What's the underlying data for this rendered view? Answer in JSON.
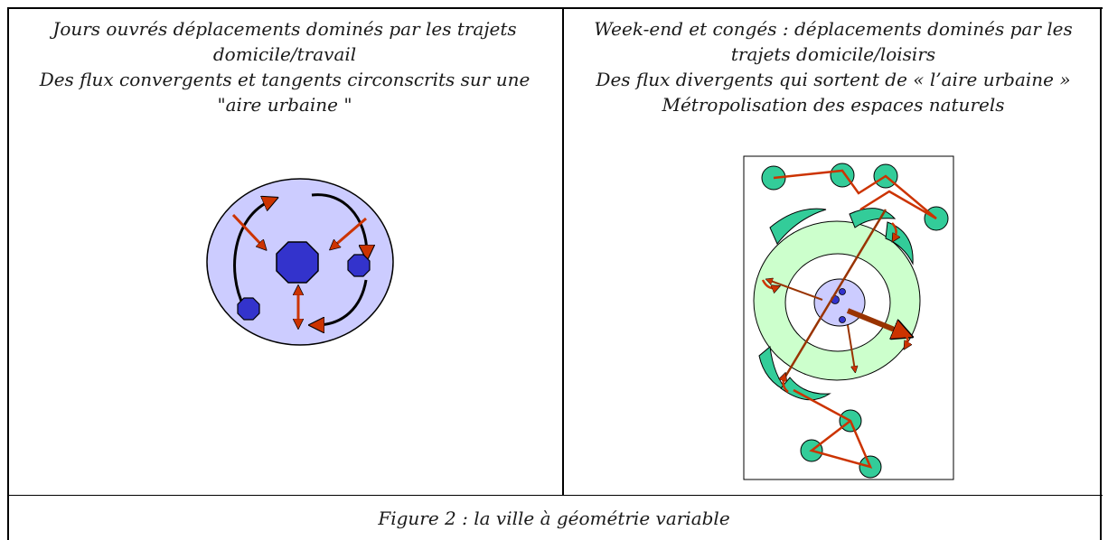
{
  "left_cell": {
    "lines": [
      "Jours ouvrés déplacements dominés par les trajets",
      "domicile/travail",
      "Des flux convergents et tangents circonscrits sur une",
      "\"aire urbaine \""
    ]
  },
  "right_cell": {
    "lines": [
      "Week-end et congés : déplacements dominés par les",
      "trajets domicile/loisirs",
      "Des flux divergents qui sortent de « l’aire urbaine »",
      "Métropolisation des espaces naturels"
    ]
  },
  "caption": "Figure 2 : la ville à géométrie variable",
  "colors": {
    "city_fill": "#ccccff",
    "center": "#3333cc",
    "arrow": "#cc3300",
    "green_ring": "#ccffcc",
    "leisure": "#33cc99"
  }
}
